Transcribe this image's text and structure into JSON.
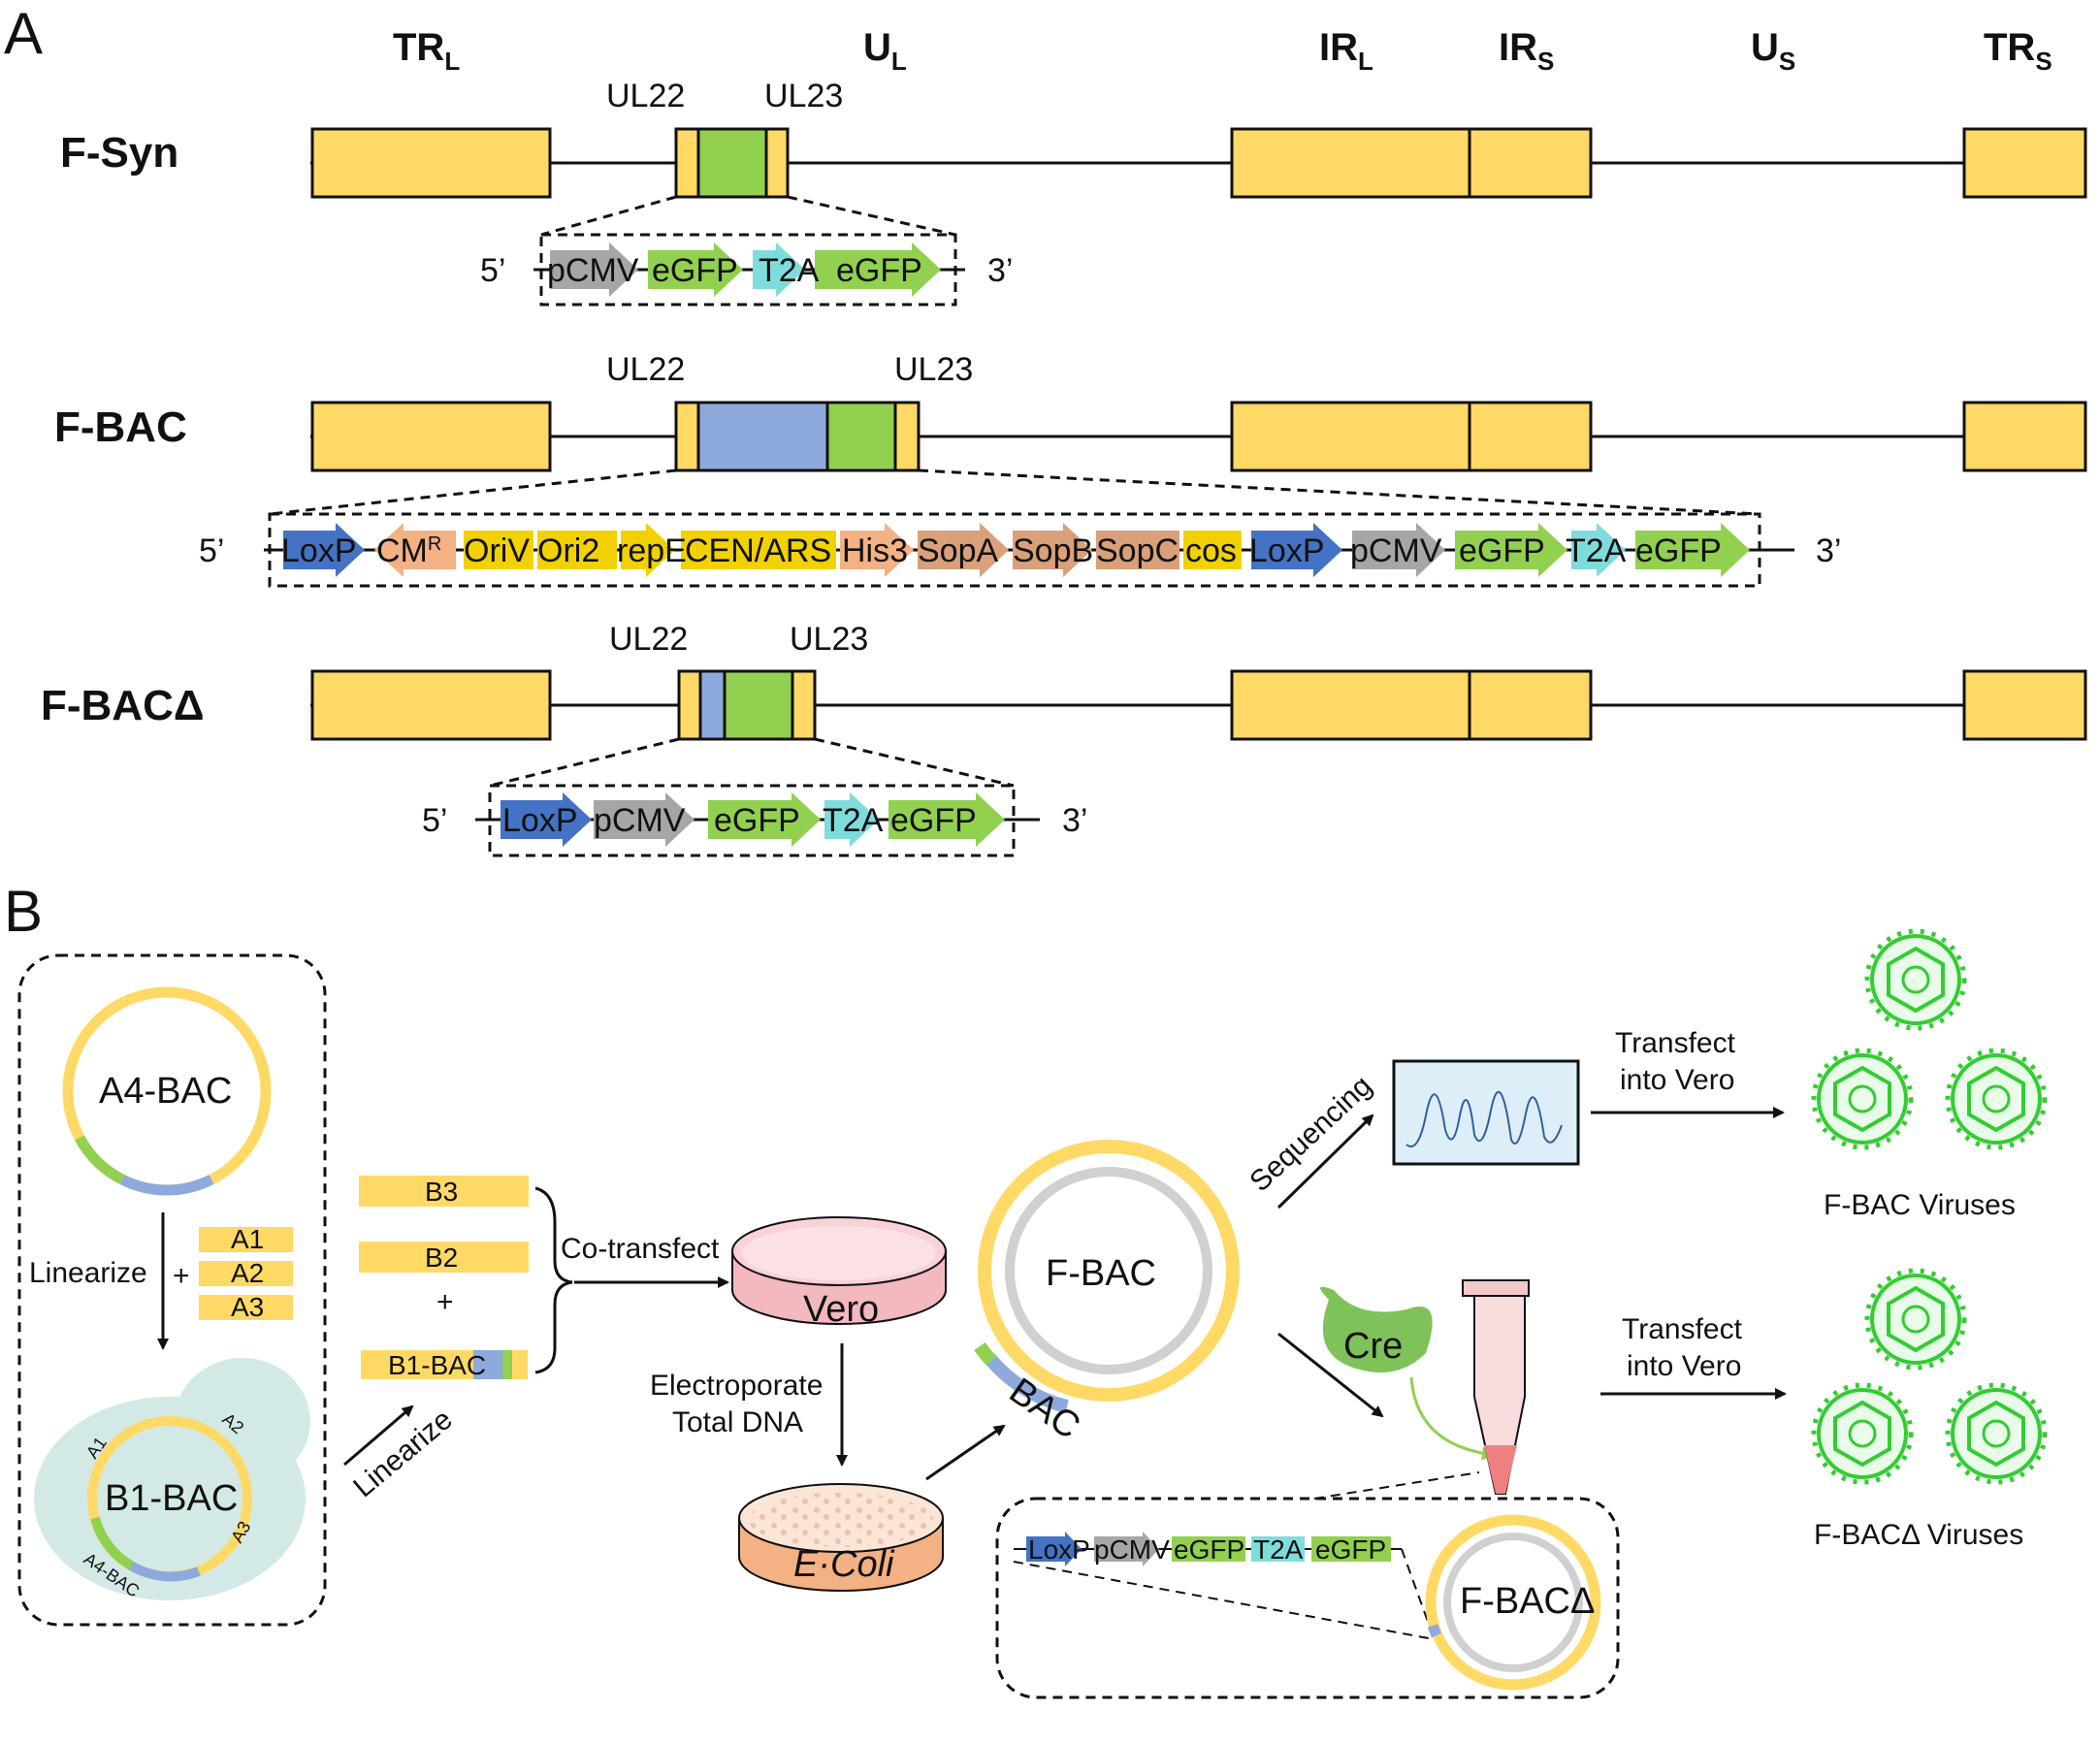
{
  "panels": {
    "a": "A",
    "b": "B"
  },
  "regions": [
    {
      "base": "TR",
      "sub": "L"
    },
    {
      "base": "U",
      "sub": "L"
    },
    {
      "base": "IR",
      "sub": "L"
    },
    {
      "base": "IR",
      "sub": "S"
    },
    {
      "base": "U",
      "sub": "S"
    },
    {
      "base": "TR",
      "sub": "S"
    }
  ],
  "constructs": [
    {
      "name": "F-Syn",
      "ul22": "UL22",
      "ul23": "UL23"
    },
    {
      "name": "F-BAC",
      "ul22": "UL22",
      "ul23": "UL23"
    },
    {
      "name": "F-BACΔ",
      "ul22": "UL22",
      "ul23": "UL23"
    }
  ],
  "ends": {
    "five": "5’",
    "three": "3’"
  },
  "cassette_syn": [
    "pCMV",
    "eGFP",
    "T2A",
    "eGFP"
  ],
  "cassette_bac": [
    "LoxP",
    "CM",
    "R",
    "OriV",
    "Ori2",
    "repE",
    "CEN/ARS",
    "His3",
    "SopA",
    "SopB",
    "SopC",
    "cos",
    "LoxP",
    "pCMV",
    "eGFP",
    "T2A",
    "eGFP"
  ],
  "cassette_bacd": [
    "LoxP",
    "pCMV",
    "eGFP",
    "T2A",
    "eGFP"
  ],
  "panel_b": {
    "a4bac": "A4-BAC",
    "linearize": "Linearize",
    "plus": "+",
    "frags_a": [
      "A1",
      "A2",
      "A3"
    ],
    "b1bac": "B1-BAC",
    "b1_labels": [
      "A1",
      "A2",
      "A3",
      "A4-BAC"
    ],
    "linearize2": "Linearize",
    "frags_b": [
      "B3",
      "B2",
      "B1-BAC"
    ],
    "plus2": "+",
    "cotransfect": "Co-transfect",
    "vero": "Vero",
    "electroporate": [
      "Electroporate",
      "Total DNA"
    ],
    "ecoli": "E·Coli",
    "fbac": "F-BAC",
    "bac": "BAC",
    "sequencing": "Sequencing",
    "transfect1": [
      "Transfect",
      "into Vero"
    ],
    "fbac_viruses": "F-BAC Viruses",
    "cre": "Cre",
    "transfect2": [
      "Transfect",
      "into Vero"
    ],
    "fbacd_viruses": "F-BACΔ Viruses",
    "mini_cassette": [
      "LoxP",
      "pCMV",
      "eGFP",
      "T2A",
      "eGFP"
    ],
    "fbacd": "F-BACΔ"
  },
  "colors": {
    "yellow": "#FFD966",
    "green": "#92D050",
    "blue": "#8EA9DB",
    "loxp": "#4472C4",
    "gray": "#A6A6A6",
    "t2a": "#7FDCDC",
    "orange": "#F4B183",
    "tan": "#D9A07A",
    "oriyellow": "#F2D100",
    "virus": "#33CC33"
  }
}
